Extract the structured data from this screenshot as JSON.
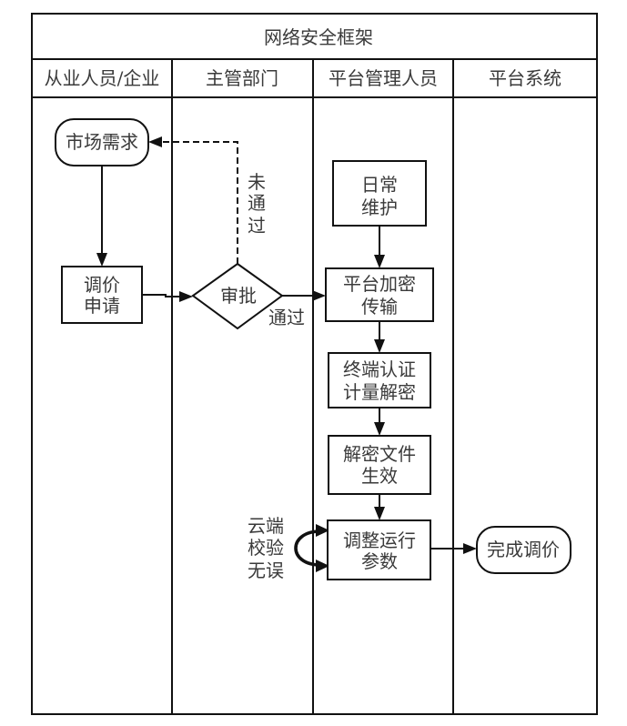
{
  "diagram": {
    "title": "网络安全框架",
    "lanes": [
      {
        "label": "从业人员/企业"
      },
      {
        "label": "主管部门"
      },
      {
        "label": "平台管理人员"
      },
      {
        "label": "平台系统"
      }
    ],
    "nodes": {
      "market_demand": {
        "shape": "terminal",
        "lane": "从业人员/企业",
        "lines": [
          "市场需求"
        ]
      },
      "price_request": {
        "shape": "process",
        "lane": "从业人员/企业",
        "lines": [
          "调价",
          "申请"
        ]
      },
      "approval": {
        "shape": "decision",
        "lane": "主管部门",
        "lines": [
          "审批"
        ]
      },
      "daily_maintenance": {
        "shape": "process",
        "lane": "平台管理人员",
        "lines": [
          "日常",
          "维护"
        ]
      },
      "encrypted_transfer": {
        "shape": "process",
        "lane": "平台管理人员",
        "lines": [
          "平台加密",
          "传输"
        ]
      },
      "terminal_auth": {
        "shape": "process",
        "lane": "平台管理人员",
        "lines": [
          "终端认证",
          "计量解密"
        ]
      },
      "file_effective": {
        "shape": "process",
        "lane": "平台管理人员",
        "lines": [
          "解密文件",
          "生效"
        ]
      },
      "adjust_params": {
        "shape": "process",
        "lane": "平台管理人员",
        "lines": [
          "调整运行",
          "参数"
        ]
      },
      "price_done": {
        "shape": "terminal",
        "lane": "平台系统",
        "lines": [
          "完成调价"
        ]
      }
    },
    "edge_labels": {
      "not_approved": [
        "未",
        "通",
        "过"
      ],
      "approved": "通过",
      "cloud_check": [
        "云端",
        "校验",
        "无误"
      ]
    },
    "edges": [
      {
        "from": "市场需求",
        "to": "调价申请",
        "style": "solid"
      },
      {
        "from": "调价申请",
        "to": "审批",
        "style": "solid"
      },
      {
        "from": "审批",
        "to": "平台加密传输",
        "style": "solid",
        "label": "通过"
      },
      {
        "from": "审批",
        "to": "市场需求",
        "style": "dashed",
        "label": "未通过"
      },
      {
        "from": "日常维护",
        "to": "平台加密传输",
        "style": "solid"
      },
      {
        "from": "平台加密传输",
        "to": "终端认证计量解密",
        "style": "solid"
      },
      {
        "from": "终端认证计量解密",
        "to": "解密文件生效",
        "style": "solid"
      },
      {
        "from": "解密文件生效",
        "to": "调整运行参数",
        "style": "solid"
      },
      {
        "from": "调整运行参数",
        "to": "调整运行参数",
        "style": "loop",
        "label": "云端校验无误"
      },
      {
        "from": "调整运行参数",
        "to": "完成调价",
        "style": "solid"
      }
    ]
  },
  "colors": {
    "line": "#111111",
    "text": "#3a3a3a",
    "background": "#ffffff"
  }
}
